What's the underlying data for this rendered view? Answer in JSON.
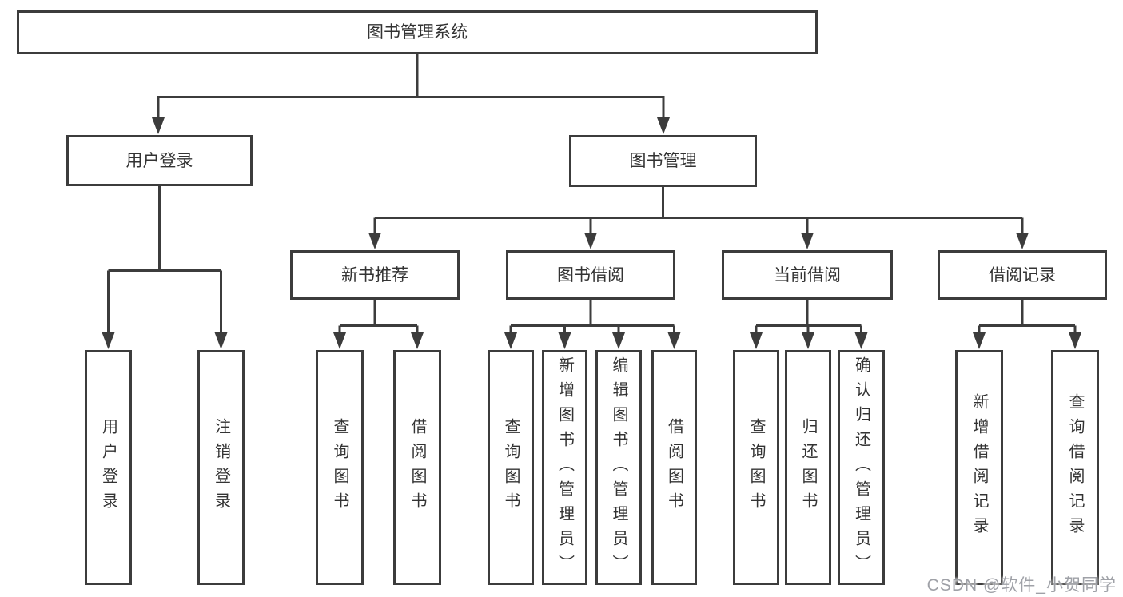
{
  "diagram": {
    "title": "图书管理系统",
    "watermark": "CSDN @软件_小贺同学",
    "colors": {
      "line": "#3c3c3c",
      "text": "#333333",
      "box_bg": "#ffffff",
      "watermark": "#9fa1a7"
    },
    "nodes": {
      "root": {
        "label": "图书管理系统"
      },
      "user_login": {
        "label": "用户登录"
      },
      "book_mgmt": {
        "label": "图书管理"
      },
      "new_book_rec": {
        "label": "新书推荐"
      },
      "book_borrow": {
        "label": "图书借阅"
      },
      "current_borrow": {
        "label": "当前借阅"
      },
      "borrow_record": {
        "label": "借阅记录"
      },
      "leaf_user_login": {
        "label": "用户登录"
      },
      "leaf_logout": {
        "label": "注销登录"
      },
      "leaf_query_book_1": {
        "label": "查询图书"
      },
      "leaf_borrow_book_1": {
        "label": "借阅图书"
      },
      "leaf_query_book_2": {
        "label": "查询图书"
      },
      "leaf_add_book": {
        "label": "新增图书（管理员）"
      },
      "leaf_edit_book": {
        "label": "编辑图书（管理员）"
      },
      "leaf_borrow_book_2": {
        "label": "借阅图书"
      },
      "leaf_query_book_3": {
        "label": "查询图书"
      },
      "leaf_return_book": {
        "label": "归还图书"
      },
      "leaf_confirm_return": {
        "label": "确认归还（管理员）"
      },
      "leaf_add_borrow_record": {
        "label": "新增借阅记录"
      },
      "leaf_query_borrow_record": {
        "label": "查询借阅记录"
      }
    },
    "edges": [
      [
        "root",
        "user_login"
      ],
      [
        "root",
        "book_mgmt"
      ],
      [
        "user_login",
        "leaf_user_login"
      ],
      [
        "user_login",
        "leaf_logout"
      ],
      [
        "book_mgmt",
        "new_book_rec"
      ],
      [
        "book_mgmt",
        "book_borrow"
      ],
      [
        "book_mgmt",
        "current_borrow"
      ],
      [
        "book_mgmt",
        "borrow_record"
      ],
      [
        "new_book_rec",
        "leaf_query_book_1"
      ],
      [
        "new_book_rec",
        "leaf_borrow_book_1"
      ],
      [
        "book_borrow",
        "leaf_query_book_2"
      ],
      [
        "book_borrow",
        "leaf_add_book"
      ],
      [
        "book_borrow",
        "leaf_edit_book"
      ],
      [
        "book_borrow",
        "leaf_borrow_book_2"
      ],
      [
        "current_borrow",
        "leaf_query_book_3"
      ],
      [
        "current_borrow",
        "leaf_return_book"
      ],
      [
        "current_borrow",
        "leaf_confirm_return"
      ],
      [
        "borrow_record",
        "leaf_add_borrow_record"
      ],
      [
        "borrow_record",
        "leaf_query_borrow_record"
      ]
    ]
  }
}
